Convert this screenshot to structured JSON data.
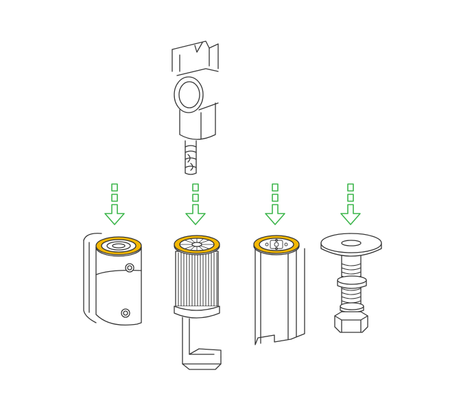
{
  "colors": {
    "arrow": "#3bb54a",
    "ring": "#f2b705",
    "line": "#333333",
    "background": "#ffffff"
  },
  "diagram": {
    "top_part": {
      "icon": "mounting-bracket-with-cylinder-and-rod"
    },
    "arrows_count": 4,
    "targets": [
      {
        "icon": "wall-mounted-housing"
      },
      {
        "icon": "pleated-filter-cartridge"
      },
      {
        "icon": "tube-profile"
      },
      {
        "icon": "threaded-bolt-with-washer"
      }
    ]
  }
}
